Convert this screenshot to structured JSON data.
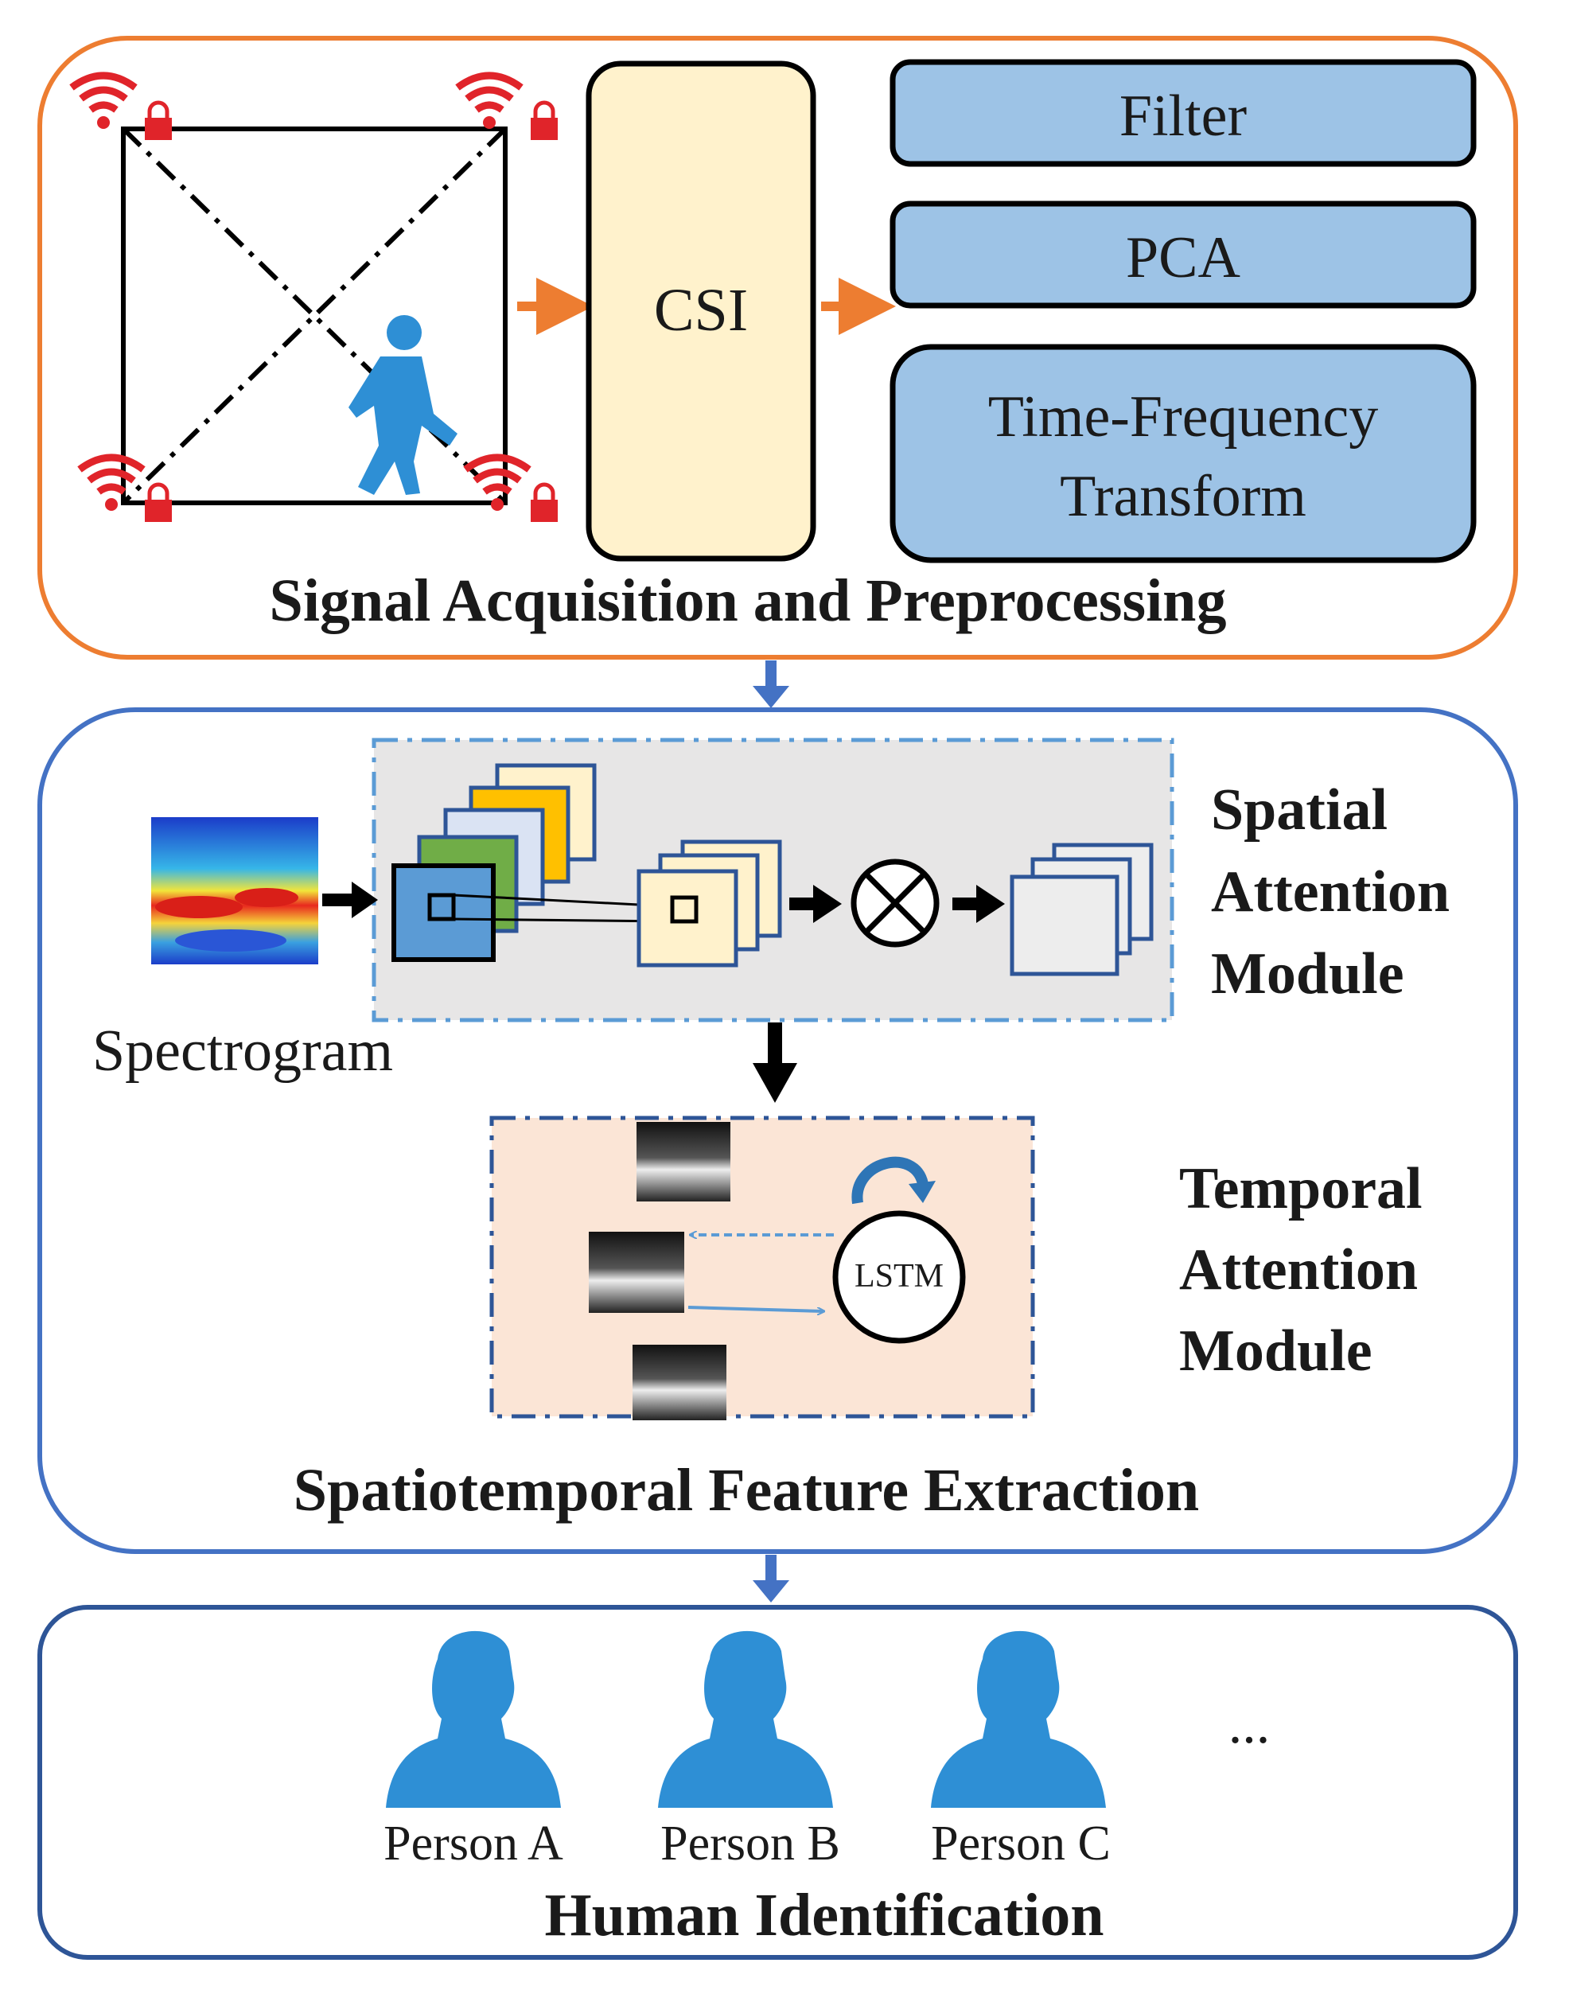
{
  "signal_section": {
    "title": "Signal Acquisition and Preprocessing",
    "csi_label": "CSI",
    "preprocess_steps": [
      "Filter",
      "PCA",
      "Time-Frequency",
      "Transform"
    ]
  },
  "feature_section": {
    "title": "Spatiotemporal Feature Extraction",
    "spectrogram_label": "Spectrogram",
    "spatial_module_lines": [
      "Spatial",
      "Attention",
      "Module"
    ],
    "temporal_module_lines": [
      "Temporal",
      "Attention",
      "Module"
    ],
    "lstm_label": "LSTM",
    "multiply_symbol": "⊗"
  },
  "identification_section": {
    "title": "Human Identification",
    "persons": [
      "Person A",
      "Person B",
      "Person C"
    ],
    "ellipsis": "..."
  },
  "colors": {
    "orange": "#ED7D31",
    "blue_border": "#4472C4",
    "dark_blue": "#2E5597",
    "box_fill": "#9DC3E6",
    "csi_fill": "#FFF2CC",
    "person_blue": "#2E8FD5",
    "wifi_red": "#E0242A"
  }
}
